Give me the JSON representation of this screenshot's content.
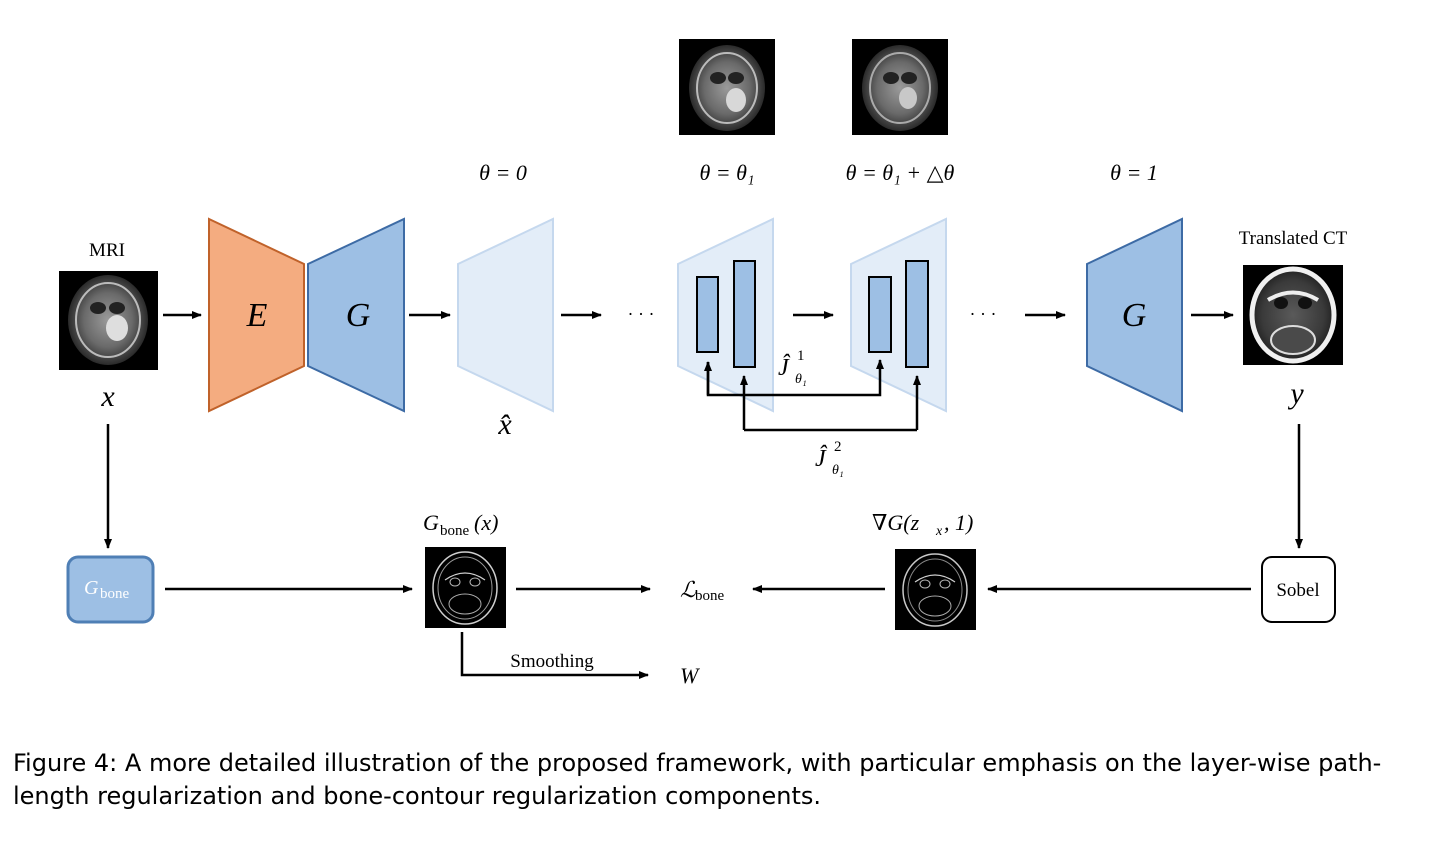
{
  "labels": {
    "mri": "MRI",
    "translated_ct": "Translated CT",
    "x": "x",
    "y": "y",
    "x_hat": "x̂",
    "encoder": "E",
    "generator": "G",
    "generator_final": "G",
    "dots1": "· · ·",
    "dots2": "· · ·",
    "theta0": "θ = 0",
    "theta1": "θ = θ₁",
    "theta_delta": "θ = θ₁ + △θ",
    "theta_one": "θ = 1",
    "j1": "Ĵ",
    "j1_sup": "1",
    "j1_sub": "θ₁",
    "j2": "Ĵ",
    "j2_sup": "2",
    "j2_sub": "θ₁",
    "g_bone_box": "G",
    "g_bone_box_sub": "bone",
    "g_bone_x": "G",
    "g_bone_x_sub": "bone",
    "g_bone_x_tail": "(x)",
    "grad": "∇G(z",
    "grad_sub": "x",
    "grad_tail": ", 1)",
    "loss": "ℒ",
    "loss_sub": "bone",
    "sobel": "Sobel",
    "smoothing": "Smoothing",
    "w": "W"
  },
  "caption": {
    "label": "Figure 4:",
    "text": " A more detailed illustration of the proposed framework, with particular emphasis on the layer-wise path-length regularization and bone-contour regularization components."
  },
  "colors": {
    "encoder_fill": "#f4ac80",
    "encoder_stroke": "#c0622a",
    "generator_fill": "#9dbfe4",
    "generator_stroke": "#3d6ba5",
    "ghost_fill": "#e3edf8",
    "ghost_stroke": "#c5d8ee",
    "gbone_fill": "#9dbfe4",
    "gbone_stroke": "#4f7fb5"
  }
}
